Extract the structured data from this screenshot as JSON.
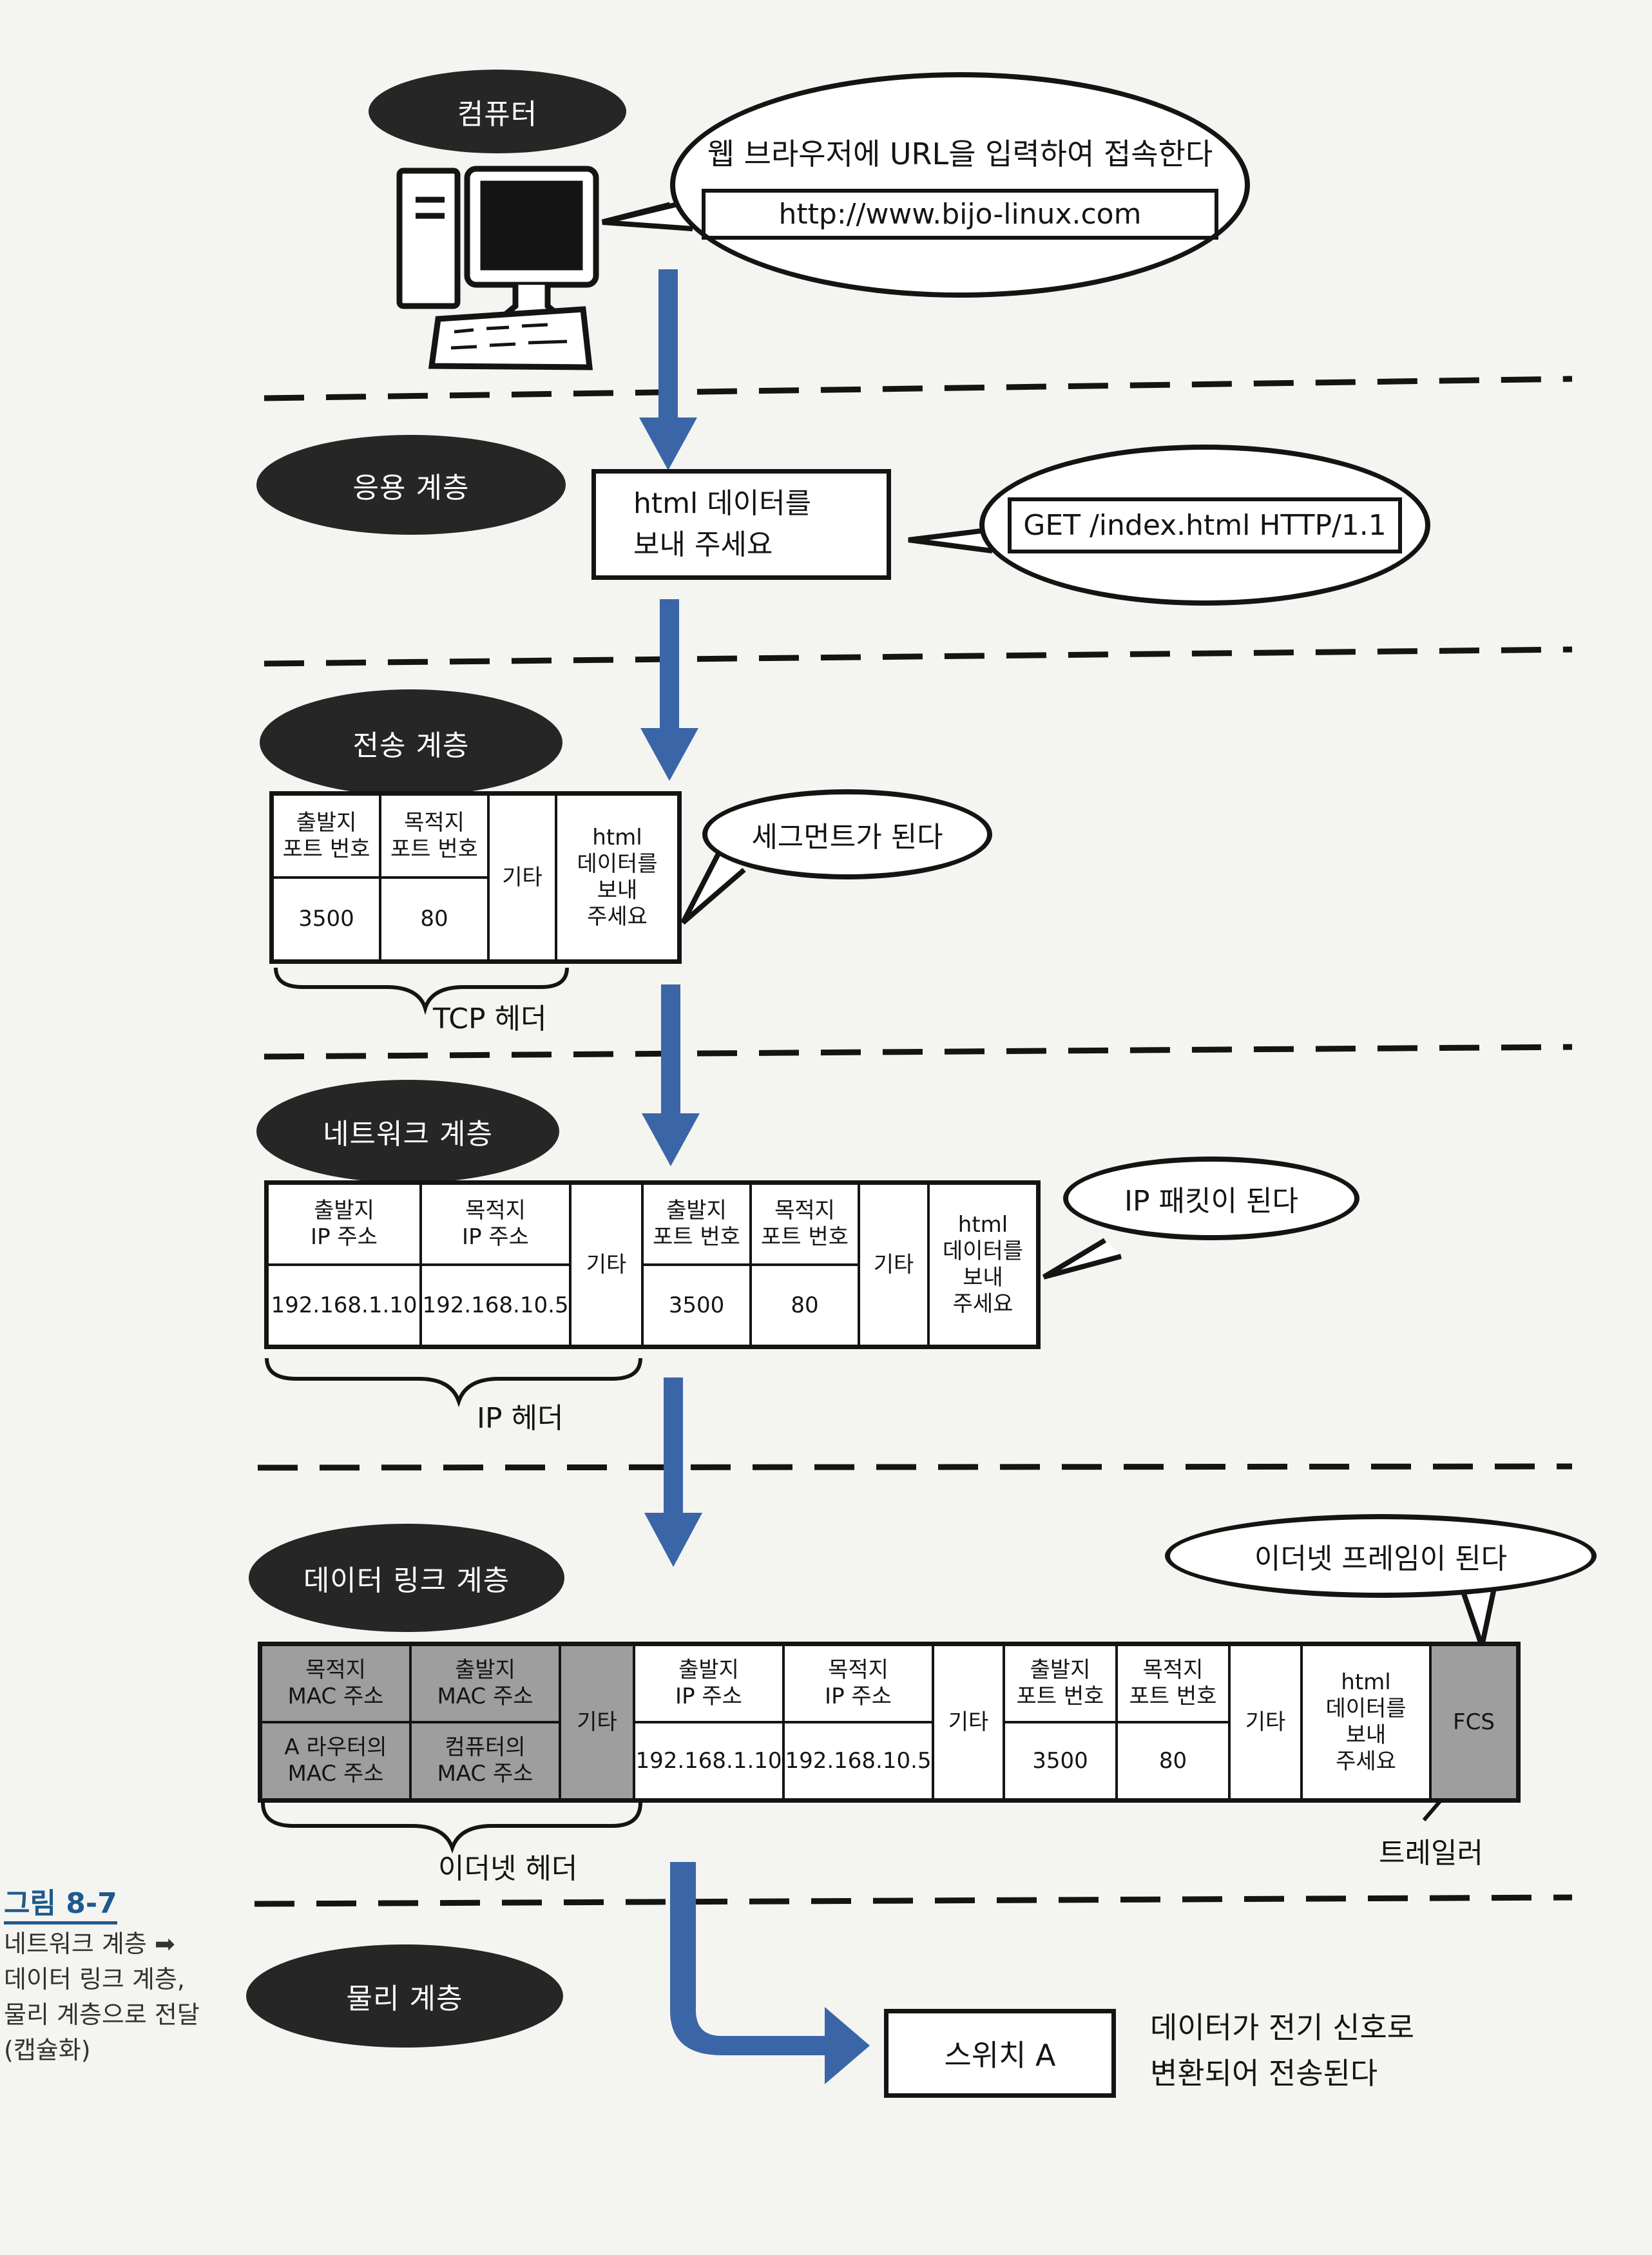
{
  "computer": {
    "label": "컴퓨터",
    "bubble_text": "웹 브라우저에 URL을 입력하여 접속한다",
    "url": "http://www.bijo-linux.com"
  },
  "layers": {
    "application": "응용 계층",
    "transport": "전송 계층",
    "network": "네트워크 계층",
    "datalink": "데이터 링크 계층",
    "physical": "물리 계층"
  },
  "application_layer": {
    "box_line1": "html 데이터를",
    "box_line2": "보내 주세요",
    "request": "GET /index.html HTTP/1.1"
  },
  "transport_layer": {
    "src_port_label": "출발지\n포트 번호",
    "dst_port_label": "목적지\n포트 번호",
    "src_port": "3500",
    "dst_port": "80",
    "etc": "기타",
    "payload": "html\n데이터를\n보내\n주세요",
    "bubble": "세그먼트가 된다",
    "header_label": "TCP 헤더"
  },
  "network_layer": {
    "src_ip_label": "출발지\nIP 주소",
    "dst_ip_label": "목적지\nIP 주소",
    "src_ip": "192.168.1.10",
    "dst_ip": "192.168.10.5",
    "etc": "기타",
    "src_port_label": "출발지\n포트 번호",
    "dst_port_label": "목적지\n포트 번호",
    "src_port": "3500",
    "dst_port": "80",
    "etc2": "기타",
    "payload": "html\n데이터를\n보내\n주세요",
    "bubble": "IP 패킷이 된다",
    "header_label": "IP 헤더"
  },
  "datalink_layer": {
    "dst_mac_label": "목적지\nMAC 주소",
    "src_mac_label": "출발지\nMAC 주소",
    "dst_mac": "A 라우터의\nMAC 주소",
    "src_mac": "컴퓨터의\nMAC 주소",
    "etc": "기타",
    "src_ip_label": "출발지\nIP 주소",
    "dst_ip_label": "목적지\nIP 주소",
    "src_ip": "192.168.1.10",
    "dst_ip": "192.168.10.5",
    "etc2": "기타",
    "src_port_label": "출발지\n포트 번호",
    "dst_port_label": "목적지\n포트 번호",
    "src_port": "3500",
    "dst_port": "80",
    "etc3": "기타",
    "payload": "html\n데이터를\n보내\n주세요",
    "fcs": "FCS",
    "bubble": "이더넷 프레임이 된다",
    "header_label": "이더넷 헤더",
    "trailer_label": "트레일러"
  },
  "physical_layer": {
    "switch": "스위치 A",
    "note_line1": "데이터가 전기 신호로",
    "note_line2": "변환되어 전송된다"
  },
  "caption": {
    "title": "그림 8-7",
    "body": "네트워크 계층 ➡ 데이터 링크 계층, 물리 계층으로 전달(캡슐화)"
  },
  "colors": {
    "arrow": "#3a66a8",
    "pill": "#262626",
    "gray_cell": "#9e9e9e"
  }
}
